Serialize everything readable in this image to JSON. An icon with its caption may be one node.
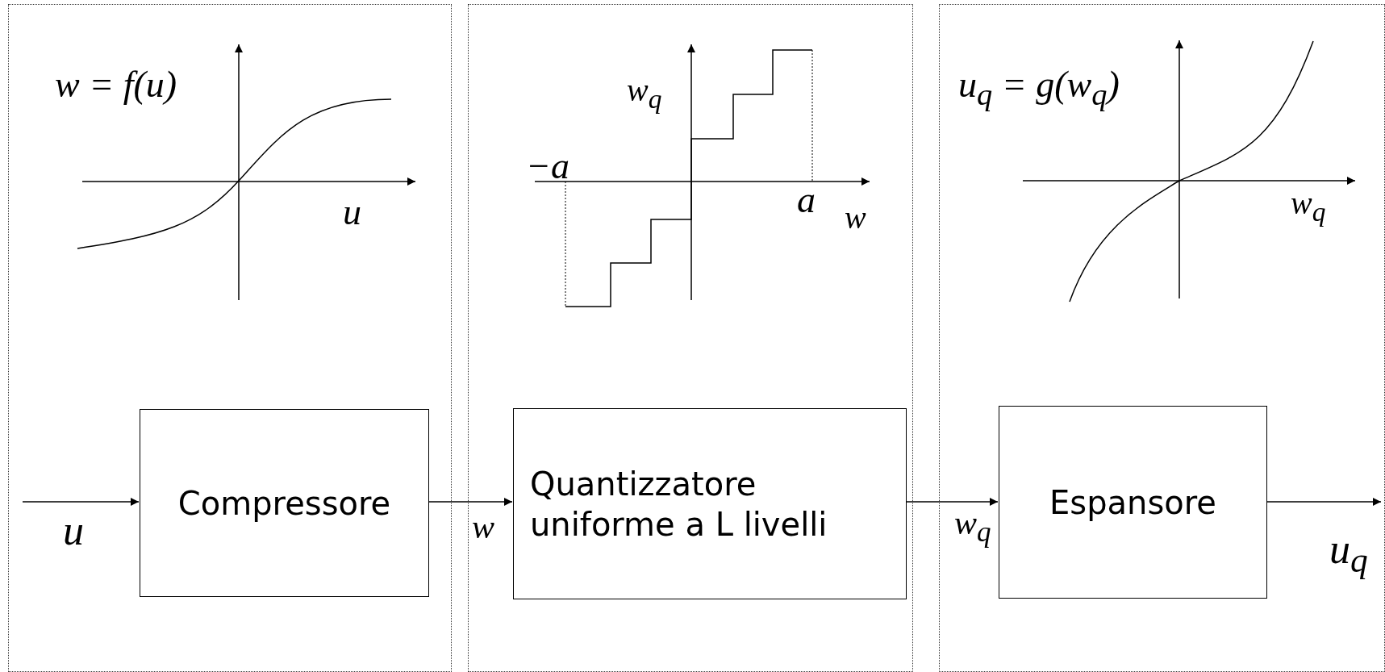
{
  "diagram": {
    "nodes": [
      {
        "text": [],
        "shape": "box"
      },
      {
        "text": [
          "Compressore"
        ],
        "in": 0
      },
      {
        "text": [],
        "shape": "box"
      },
      {
        "text": [
          "Quantizzatore uniforme a L livelli"
        ],
        "in": 2
      },
      {
        "text": [],
        "shape": "box"
      },
      {
        "text": [
          "Espansore"
        ],
        "in": 4
      }
    ],
    "edges": [
      {
        "from": null,
        "to": 1,
        "arrow": "to",
        "label": "u"
      },
      {
        "from": 1,
        "to": 3,
        "arrow": "to",
        "label": "w"
      },
      {
        "from": 3,
        "to": 5,
        "arrow": "to",
        "label": "w$_{q}$"
      },
      {
        "from": 5,
        "to": null,
        "arrow": "to",
        "label": "u$_{q}$"
      }
    ],
    "labels": [
      "w = f(u)",
      "u",
      "w$_{q}$",
      "−a",
      "a",
      "w",
      "u$_{q}$ = g(w$_{q}$)",
      "w$_{q}$"
    ]
  }
}
